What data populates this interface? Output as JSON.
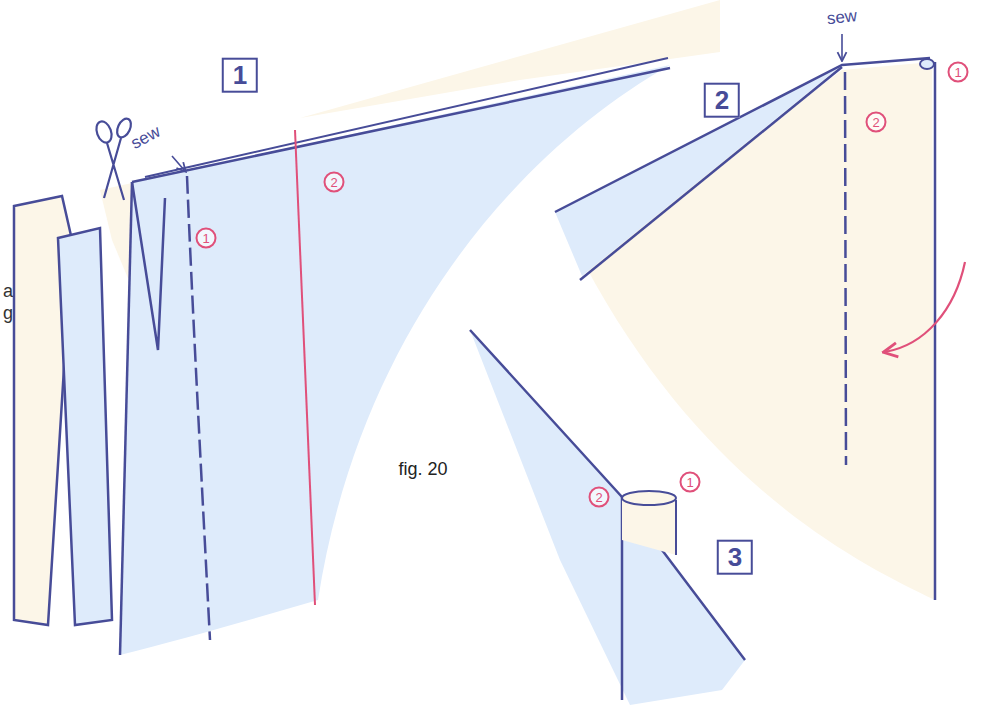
{
  "diagram": {
    "caption": "fig. 20",
    "labels": [
      "a",
      "g",
      "1",
      "sew",
      "1",
      "2",
      "2",
      "sew",
      "2",
      "1",
      "3",
      "2",
      "1"
    ]
  }
}
